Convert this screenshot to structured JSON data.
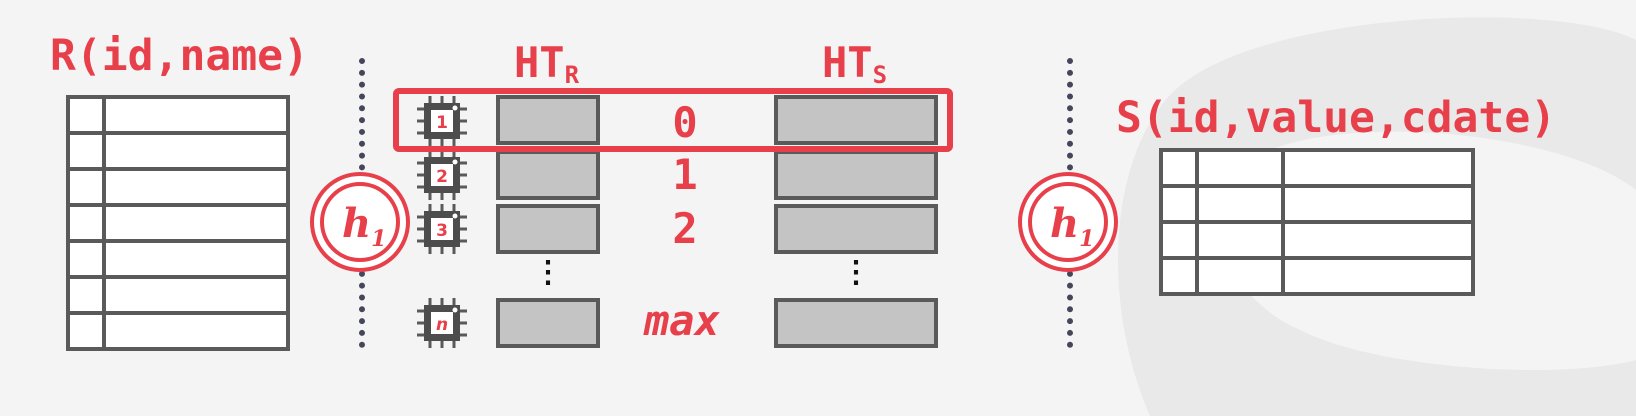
{
  "left_table": {
    "title": "R(id,name)",
    "rows": 7
  },
  "right_table": {
    "title": "S(id,value,cdate)",
    "rows": 4
  },
  "hash_tables": {
    "left_label": "HT",
    "left_sub": "R",
    "right_label": "HT",
    "right_sub": "S"
  },
  "partitions": [
    "0",
    "1",
    "2",
    "max"
  ],
  "hash_function": {
    "label": "h",
    "sub": "1"
  },
  "cores": [
    "1",
    "2",
    "3",
    "n"
  ],
  "colors": {
    "accent": "#e8404a",
    "border": "#5a5a5a",
    "bucket": "#c4c4c4",
    "dots": "#45465a"
  }
}
